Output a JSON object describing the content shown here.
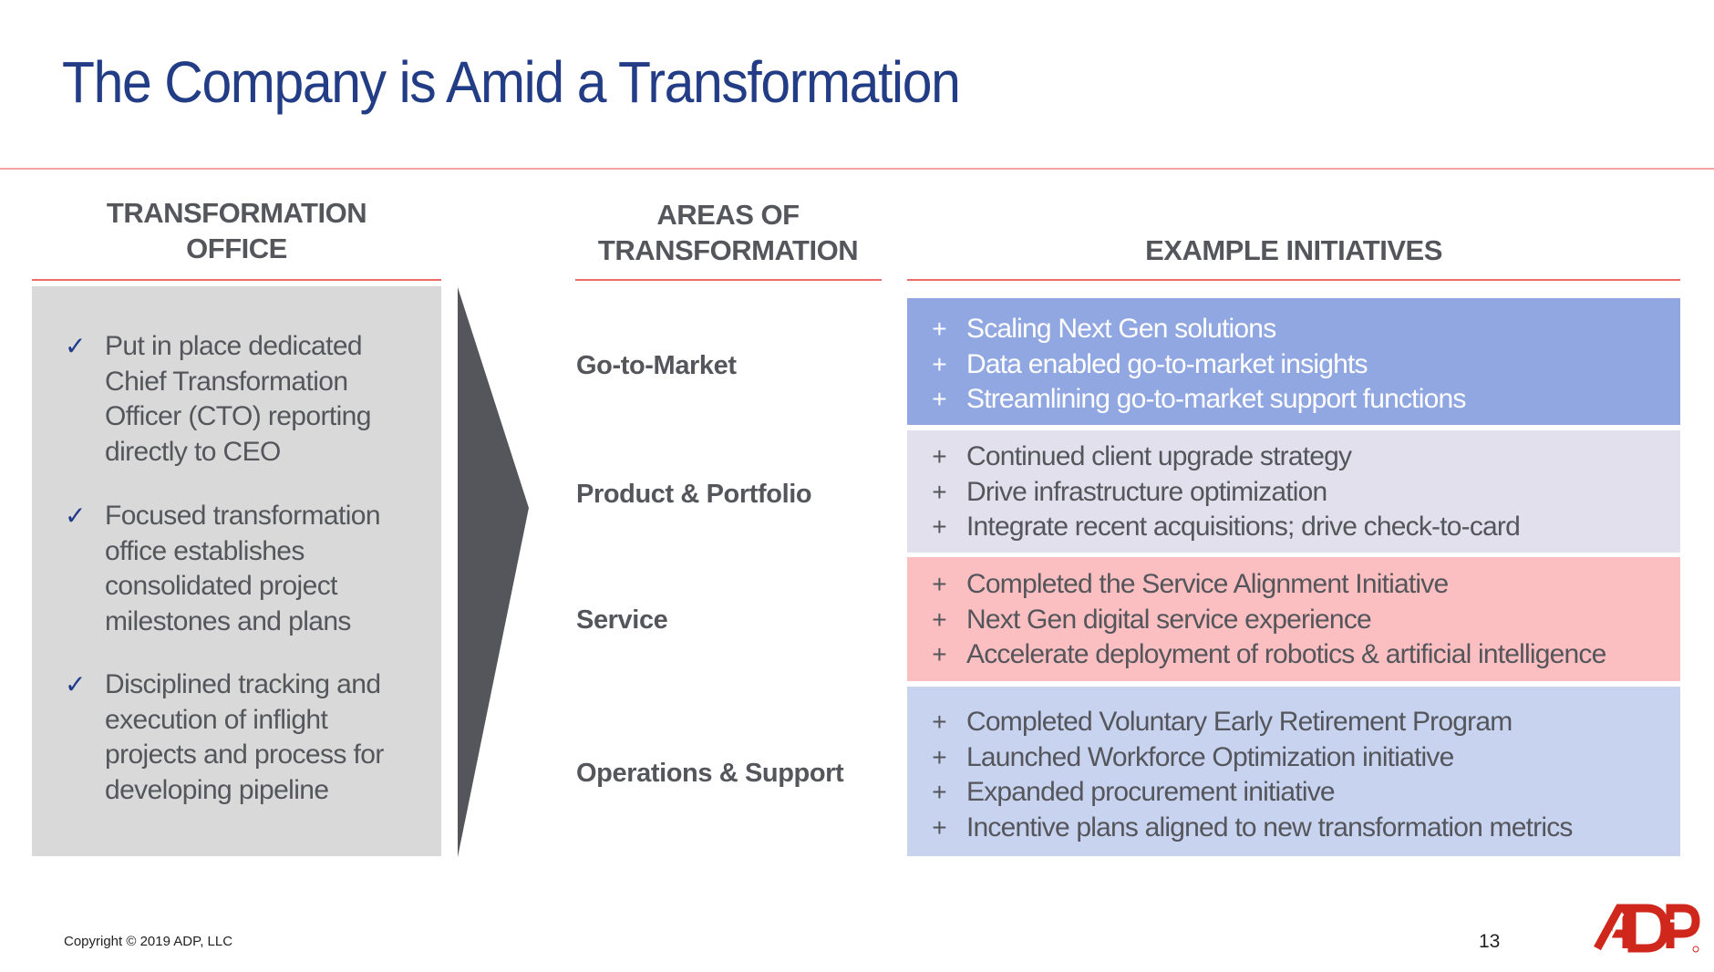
{
  "slide": {
    "title": "The Company is Amid a Transformation",
    "page_number": "13",
    "copyright": "Copyright © 2019 ADP, LLC",
    "logo": {
      "name": "adp-logo",
      "text": "ADP",
      "color": "#D0271D"
    }
  },
  "colors": {
    "title": "#223C85",
    "text": "#54565B",
    "rule": "#EE6B6B",
    "office_bg": "#D9D9D9",
    "arrow": "#54565B",
    "check": "#1E3A8A"
  },
  "transformation_office": {
    "header_line1": "TRANSFORMATION",
    "header_line2": "OFFICE",
    "items": [
      {
        "icon": "check-icon",
        "glyph": "✓",
        "lines": [
          "Put in place dedicated",
          "Chief Transformation",
          "Officer (CTO) reporting",
          "directly to CEO"
        ]
      },
      {
        "icon": "check-icon",
        "glyph": "✓",
        "lines": [
          "Focused transformation",
          "office establishes",
          "consolidated project",
          "milestones and plans"
        ]
      },
      {
        "icon": "check-icon",
        "glyph": "✓",
        "lines": [
          "Disciplined tracking and",
          "execution of inflight",
          "projects and process for",
          "developing pipeline"
        ]
      }
    ]
  },
  "areas": {
    "header_line1": "AREAS OF",
    "header_line2": "TRANSFORMATION",
    "items": [
      {
        "label": "Go-to-Market"
      },
      {
        "label": "Product & Portfolio"
      },
      {
        "label": "Service"
      },
      {
        "label": "Operations & Support"
      }
    ]
  },
  "initiatives": {
    "header": "EXAMPLE INITIATIVES",
    "plus_glyph": "+",
    "groups": [
      {
        "area": "Go-to-Market",
        "bg": "#91A7E1",
        "text_color": "#FFFFFF",
        "items": [
          "Scaling Next Gen solutions",
          "Data enabled go-to-market insights",
          "Streamlining go-to-market support functions"
        ]
      },
      {
        "area": "Product & Portfolio",
        "bg": "#E2E0EC",
        "text_color": "#54565B",
        "items": [
          "Continued client upgrade strategy",
          "Drive infrastructure optimization",
          "Integrate recent acquisitions; drive check-to-card"
        ]
      },
      {
        "area": "Service",
        "bg": "#FBBFC1",
        "text_color": "#54565B",
        "items": [
          "Completed the Service Alignment Initiative",
          "Next Gen digital service experience",
          "Accelerate deployment of robotics & artificial intelligence"
        ]
      },
      {
        "area": "Operations & Support",
        "bg": "#C8D3F0",
        "text_color": "#54565B",
        "items": [
          "Completed Voluntary Early Retirement Program",
          "Launched Workforce Optimization initiative",
          "Expanded procurement initiative",
          "Incentive plans aligned to new transformation metrics"
        ]
      }
    ]
  }
}
